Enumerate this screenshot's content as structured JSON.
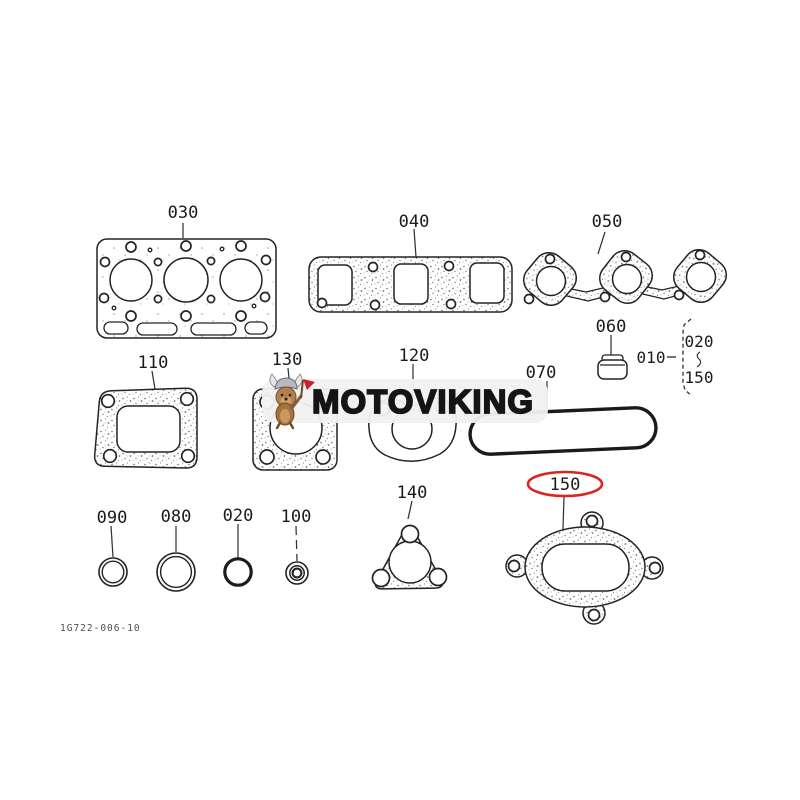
{
  "diagram": {
    "type": "engine-gasket-kit-parts-diagram",
    "drawing_number": "1G722-006-10",
    "line_color": "#232323",
    "highlight_color": "#d9251d",
    "watermark": {
      "text": "MOTOVIKING",
      "band_color": "#f1f1f1",
      "mascot": "viking-dog-with-red-axe"
    },
    "kit_note": {
      "kit": "010",
      "range_start": "020",
      "range_end": "150"
    },
    "parts": [
      {
        "label": "030",
        "name": "cylinder-head-gasket"
      },
      {
        "label": "040",
        "name": "manifold-gasket-square-ports"
      },
      {
        "label": "050",
        "name": "manifold-gasket-round-ports"
      },
      {
        "label": "060",
        "name": "valve-stem-seal"
      },
      {
        "label": "070",
        "name": "valve-cover-gasket"
      },
      {
        "label": "110",
        "name": "side-cover-gasket"
      },
      {
        "label": "130",
        "name": "square-port-gasket"
      },
      {
        "label": "120",
        "name": "water-flange-gasket"
      },
      {
        "label": "090",
        "name": "o-ring-medium"
      },
      {
        "label": "080",
        "name": "o-ring-large"
      },
      {
        "label": "020",
        "name": "o-ring-thick"
      },
      {
        "label": "100",
        "name": "round-seal"
      },
      {
        "label": "140",
        "name": "triangular-flange-gasket"
      },
      {
        "label": "150",
        "name": "oval-flange-gasket",
        "highlighted": true
      }
    ]
  }
}
